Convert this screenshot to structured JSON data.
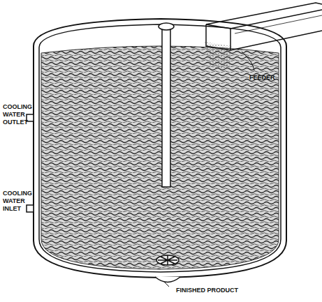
{
  "diagram": {
    "labels": [
      "COOLING WATER OUTLET",
      "COOLING WATER INLET",
      "FEEDER",
      "FINISHED PRODUCT"
    ]
  }
}
